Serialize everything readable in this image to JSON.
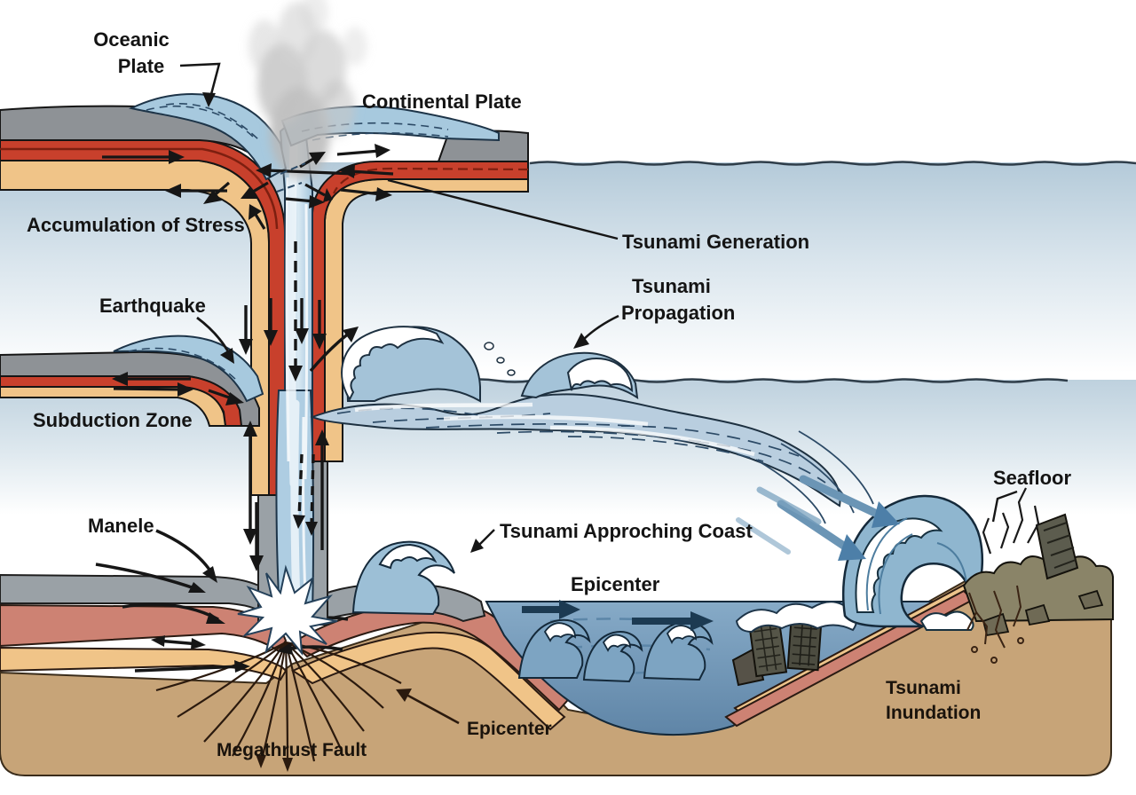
{
  "figure": {
    "type": "illustrated-diagram",
    "subject": "Tsunami generation, propagation and inundation cross-section"
  },
  "labels": {
    "oceanic_plate": {
      "line1": "Oceanic",
      "line2": "Plate"
    },
    "continental_plate": "Continental Plate",
    "accumulation_of_stress": "Accumulation of Stress",
    "tsunami_generation": "Tsunami Generation",
    "tsunami_propagation": {
      "line1": "Tsunami",
      "line2": "Propagation"
    },
    "earthquake": "Earthquake",
    "subduction_zone": "Subduction Zone",
    "manele": "Manele",
    "tsunami_approaching_coast": "Tsunami Approching Coast",
    "epicenter_offshore": "Epicenter",
    "seafloor": "Seafloor",
    "tsunami_inundation": {
      "line1": "Tsunami",
      "line2": "Inundation"
    },
    "megathrust_fault": "Megathrust Fault",
    "epicenter_fault": "Epicenter"
  },
  "palette": {
    "ocean_light": "#b4cad9",
    "bay_deep": "#5e84a6",
    "plate_gray": "#8e9296",
    "crust_red": "#c8402c",
    "crust_tan": "#f0c488",
    "mantle_pink": "#cd8273",
    "sand": "#c7a478",
    "arrow_black": "#161616",
    "arrow_navy": "#1c3a52",
    "arrow_blue": "#4d7fa8",
    "label_text": "#141414"
  }
}
